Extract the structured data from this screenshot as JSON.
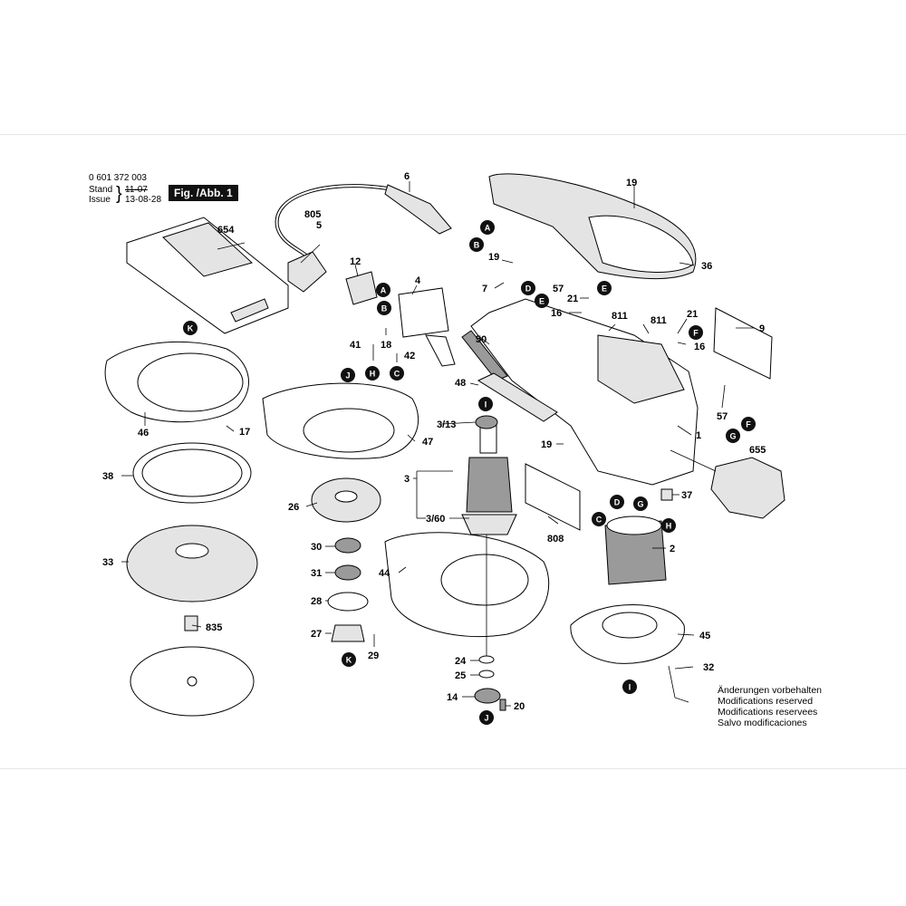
{
  "header": {
    "part_number": "0 601 372 003",
    "stand_label": "Stand",
    "stand_value": "11-07",
    "issue_label": "Issue",
    "issue_value": "13-08-28",
    "figure_label": "Fig. /Abb. 1"
  },
  "notes": [
    "Änderungen vorbehalten",
    "Modifications reserved",
    "Modifications reservees",
    "Salvo modificaciones"
  ],
  "parts": {
    "p1": "1",
    "p2": "2",
    "p3": "3",
    "p3_13": "3/13",
    "p3_60": "3/60",
    "p4": "4",
    "p5": "5",
    "p6": "6",
    "p7": "7",
    "p9": "9",
    "p12": "12",
    "p14": "14",
    "p16a": "16",
    "p16b": "16",
    "p17": "17",
    "p18": "18",
    "p19a": "19",
    "p19b": "19",
    "p19c": "19",
    "p20": "20",
    "p21a": "21",
    "p21b": "21",
    "p24": "24",
    "p25": "25",
    "p26": "26",
    "p27": "27",
    "p28": "28",
    "p29": "29",
    "p30": "30",
    "p31": "31",
    "p32": "32",
    "p33": "33",
    "p36": "36",
    "p37": "37",
    "p38": "38",
    "p41": "41",
    "p42": "42",
    "p44": "44",
    "p45": "45",
    "p46": "46",
    "p47": "47",
    "p48": "48",
    "p50": "50",
    "p57a": "57",
    "p57b": "57",
    "p654": "654",
    "p655": "655",
    "p805": "805",
    "p808": "808",
    "p811a": "811",
    "p811b": "811",
    "p835": "835"
  },
  "markers": {
    "A1": "A",
    "B1": "B",
    "A2": "A",
    "B2": "B",
    "C1": "C",
    "C2": "C",
    "D1": "D",
    "D2": "D",
    "E1": "E",
    "E2": "E",
    "F1": "F",
    "F2": "F",
    "G1": "G",
    "G2": "G",
    "H1": "H",
    "H2": "H",
    "I1": "I",
    "I2": "I",
    "J1": "J",
    "J2": "J",
    "K1": "K",
    "K2": "K"
  }
}
